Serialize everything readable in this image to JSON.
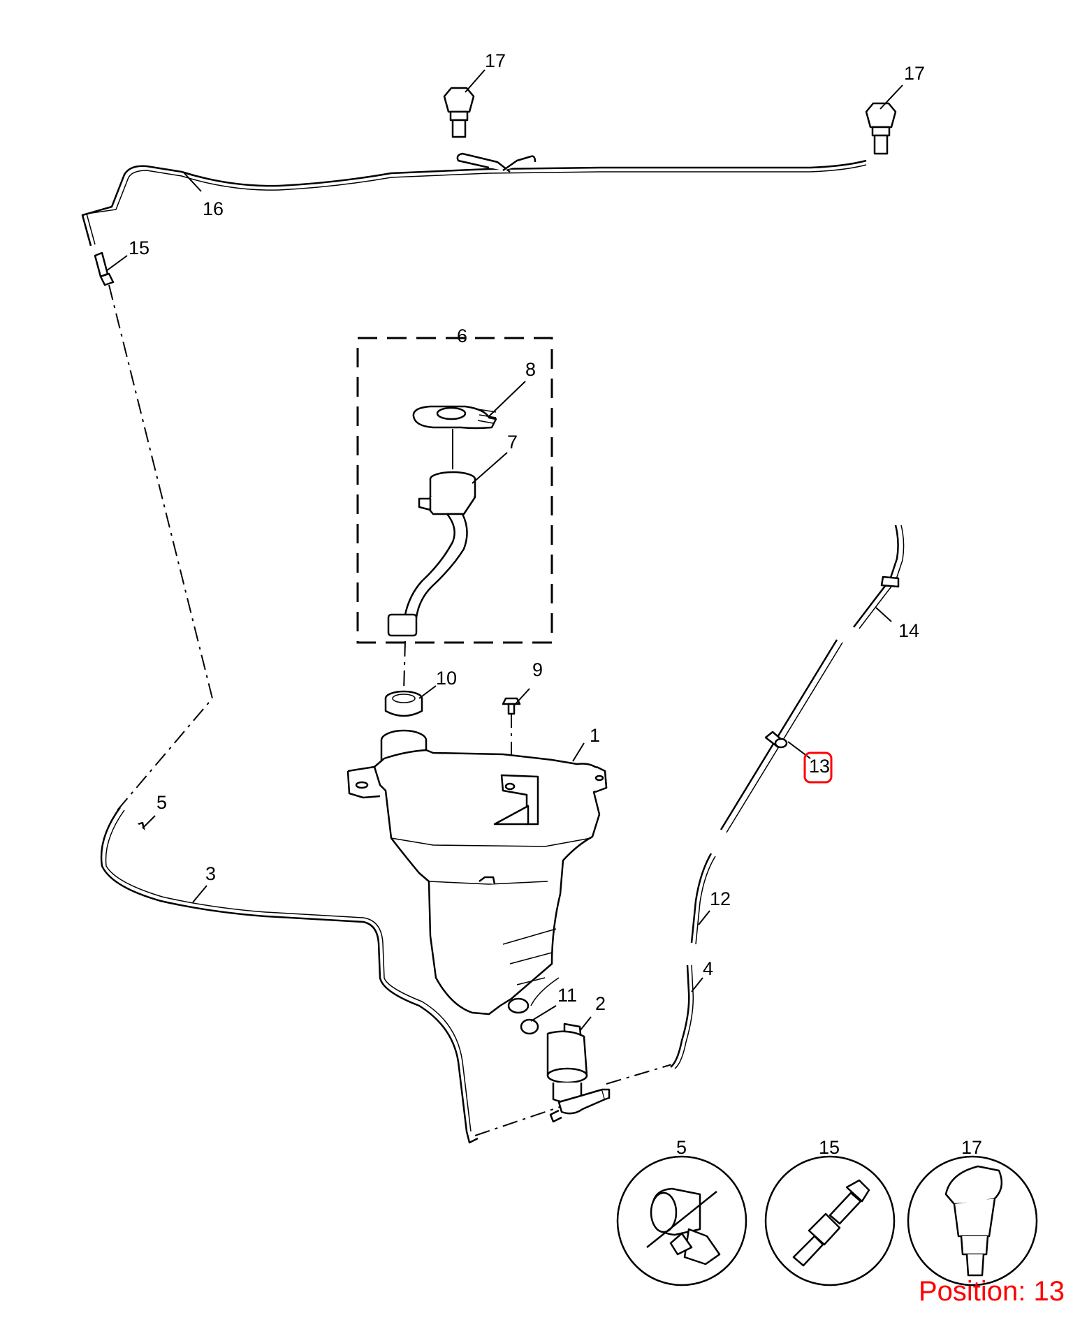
{
  "callouts": {
    "p1": "1",
    "p2": "2",
    "p3": "3",
    "p4": "4",
    "p5": "5",
    "p6": "6",
    "p7": "7",
    "p8": "8",
    "p9": "9",
    "p10": "10",
    "p11": "11",
    "p12": "12",
    "p13": "13",
    "p14": "14",
    "p15": "15",
    "p16": "16",
    "p17a": "17",
    "p17b": "17"
  },
  "details": {
    "d5": "5",
    "d15": "15",
    "d17": "17"
  },
  "highlight": {
    "label": "13",
    "color": "#ff0000"
  },
  "footer": {
    "position_text": "Position: 13"
  }
}
